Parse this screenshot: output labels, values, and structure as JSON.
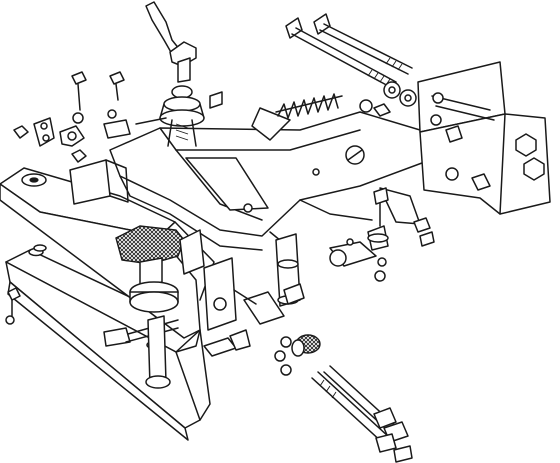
{
  "drawing": {
    "kind": "exploded parts diagram",
    "line_color": "#1a1a1a",
    "background": "#ffffff",
    "parts": [
      "shift-lever",
      "lever-knob-base",
      "ball-pivot-housing",
      "selector-spring",
      "long-bolt-pair-top",
      "washer-pair",
      "mounting-bracket-right",
      "main-linkage-frame",
      "support-rail-left",
      "lower-rail",
      "knurled-clamp-knob",
      "ball-joint-rods",
      "small-bracket",
      "lower-bolt-pair",
      "nuts-and-washers"
    ]
  }
}
